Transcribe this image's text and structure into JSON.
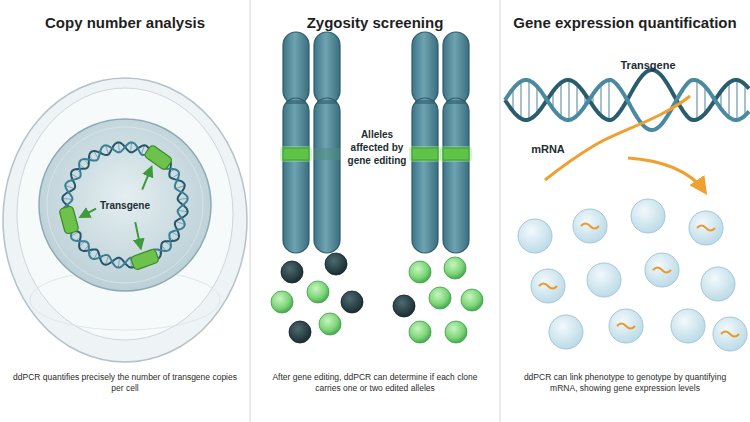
{
  "diagram": {
    "nodes": [
      {
        "text": [
          "Copy number analysis",
          "ddPCR quantifies precisely the number of transgene copies per cell"
        ]
      },
      {
        "text": [
          "Zygosity screening",
          "After gene editing, ddPCR can determine if each clone carries one or two edited alleles"
        ]
      },
      {
        "text": [
          "Gene expression quantification",
          "ddPCR can link phenotype to genotype by quantifying mRNA, showing gene expression levels"
        ]
      }
    ],
    "labels": [
      "Transgene",
      "Alleles affected by gene editing",
      "Transgene",
      "mRNA"
    ]
  }
}
